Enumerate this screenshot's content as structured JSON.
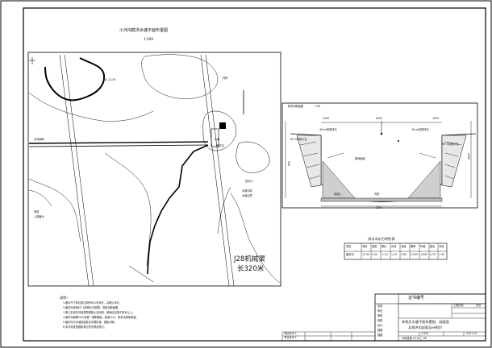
{
  "plan": {
    "title": "小河沟截洪水塘平面布置图",
    "scale": "1:500",
    "channel_label": "J28机械渠",
    "channel_length": "长320米",
    "labels": [
      "W1-12.50",
      "大河南岸",
      "河岸",
      "水塘",
      "截洪沟",
      "进水口",
      "水塘沟渠",
      "水塘边界",
      "河道",
      "上游截水"
    ]
  },
  "section": {
    "title": "排洪沟断面图",
    "scale": "1:50",
    "labels": [
      "40cm浆砌块石",
      "40cm浆砌块石",
      "M7.5浆砌片石",
      "M7.5浆砌片石",
      "素填土",
      "原地面线",
      "沟底"
    ],
    "dims": [
      "1000",
      "1000",
      "3000",
      "1500",
      "500",
      "6000"
    ]
  },
  "hydro_table": {
    "title": "排水沟水力特性表",
    "headers": [
      "项目",
      "流量",
      "底宽",
      "坡比",
      "水深",
      "流速",
      "糙率",
      "纵坡",
      "超高",
      "沟深"
    ],
    "row": [
      "截洪沟",
      "15.50",
      "3.00",
      "1:1.5",
      "1.20",
      "2.85",
      "0.025",
      "1/500",
      "0.30",
      "1.50"
    ]
  },
  "notes": {
    "title": "说明：",
    "lines": [
      "1.图中尺寸单位除注明外均以毫米计，高程以米计。",
      "2.截洪沟采用M7.5浆砌片石砌筑，厚度见断面图。",
      "3.施工前应先清除表层耕植土及杂物，基础应坐落于原状土上。",
      "4.截洪沟每隔10m设置一道伸缩缝，缝宽2cm，用沥青麻絮填塞。",
      "5.截洪沟与水塘连接处应平顺衔接，避免冲刷。",
      "6.未尽事宜按国家现行有关规范执行。"
    ]
  },
  "title_block": {
    "cert_label": "证书编号",
    "drawing_title_1": "李家庄水塘平面布置图、剖面图",
    "drawing_title_2": "及排洪沟剖面设计图(I)",
    "drawing_no": "水保设施-05-水工-06",
    "scale": "1:500",
    "date": "2011.12",
    "rows": [
      "批准",
      "审定",
      "审核",
      "校核",
      "设计",
      "制图",
      "描图"
    ],
    "stage_a": "工程阶段",
    "stage_b": "初设",
    "role_a": "项目负责人",
    "role_b": "专业负责人"
  }
}
